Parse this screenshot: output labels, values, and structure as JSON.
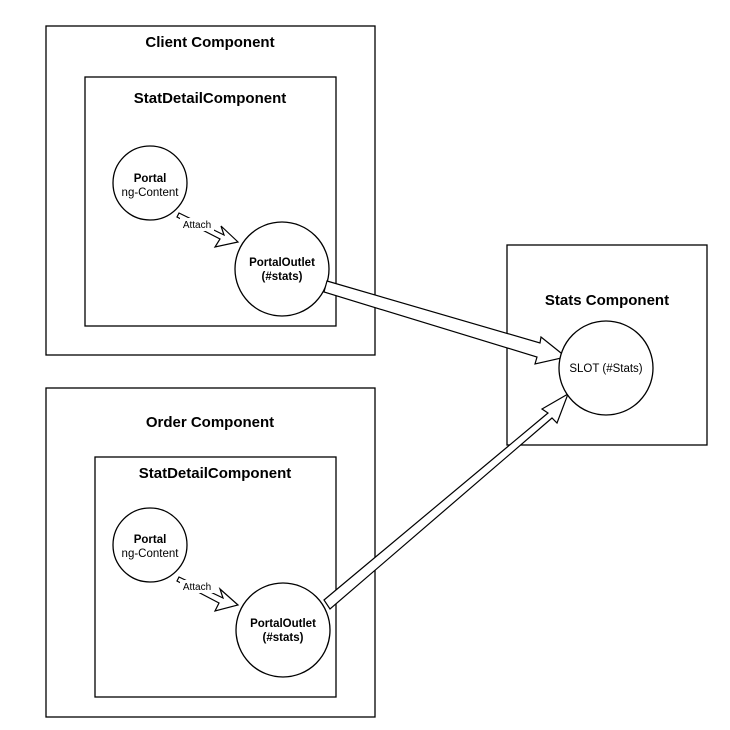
{
  "diagram": {
    "client_component": {
      "title": "Client Component",
      "stat_detail": {
        "title": "StatDetailComponent",
        "portal": {
          "line1": "Portal",
          "line2": "ng-Content"
        },
        "attach_label": "Attach",
        "portal_outlet": {
          "line1": "PortalOutlet",
          "line2": "(#stats)"
        }
      }
    },
    "order_component": {
      "title": "Order Component",
      "stat_detail": {
        "title": "StatDetailComponent",
        "portal": {
          "line1": "Portal",
          "line2": "ng-Content"
        },
        "attach_label": "Attach",
        "portal_outlet": {
          "line1": "PortalOutlet",
          "line2": "(#stats)"
        }
      }
    },
    "stats_component": {
      "title": "Stats Component",
      "slot": {
        "label": "SLOT (#Stats)"
      }
    },
    "colors": {
      "stroke": "#000000",
      "fill": "#ffffff"
    }
  }
}
